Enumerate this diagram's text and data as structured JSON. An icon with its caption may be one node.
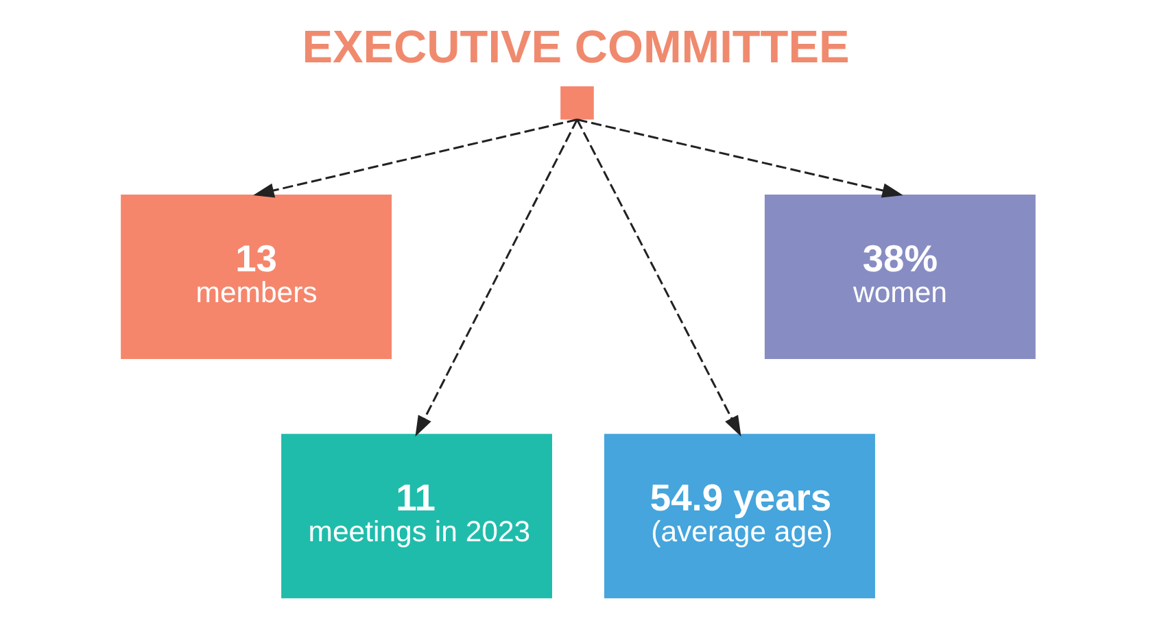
{
  "diagram": {
    "title": "EXECUTIVE COMMITTEE",
    "nodes": [
      {
        "text": [],
        "shape": "box"
      },
      {
        "text": [
          "13",
          "members"
        ]
      },
      {
        "text": [
          "11",
          "meetings in 2023"
        ]
      },
      {
        "text": [
          "54.9 years",
          "(average age)"
        ]
      },
      {
        "text": [
          "38%",
          "women"
        ]
      }
    ],
    "edges": [
      {
        "from": 0,
        "to": 1,
        "arrow": "to",
        "style": "dashed"
      },
      {
        "from": 0,
        "to": 2,
        "arrow": "to",
        "style": "dashed"
      },
      {
        "from": 0,
        "to": 3,
        "arrow": "to",
        "style": "dashed"
      },
      {
        "from": 0,
        "to": 4,
        "arrow": "to",
        "style": "dashed"
      }
    ]
  }
}
